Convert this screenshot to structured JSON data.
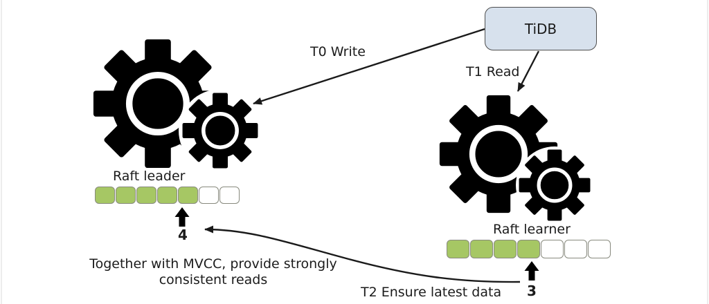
{
  "diagram": {
    "tidb": {
      "label": "TiDB"
    },
    "edges": {
      "t0": {
        "label": "T0 Write"
      },
      "t1": {
        "label": "T1 Read"
      },
      "t2": {
        "label": "T2 Ensure latest data"
      }
    },
    "leader": {
      "label": "Raft leader",
      "log": [
        1,
        1,
        1,
        1,
        1,
        0,
        0
      ],
      "applied_index": "4"
    },
    "learner": {
      "label": "Raft learner",
      "log": [
        1,
        1,
        1,
        1,
        0,
        0,
        0
      ],
      "applied_index": "3"
    },
    "note": {
      "line1": "Together with MVCC, provide strongly",
      "line2": "consistent reads"
    },
    "colors": {
      "ink": "#1b1b1b",
      "log_filled": "#a6c764",
      "log_empty": "#ffffff",
      "cell_border": "#87897d",
      "tidb_fill": "#d7e1ed",
      "tidb_border": "#4d4d4d"
    }
  }
}
